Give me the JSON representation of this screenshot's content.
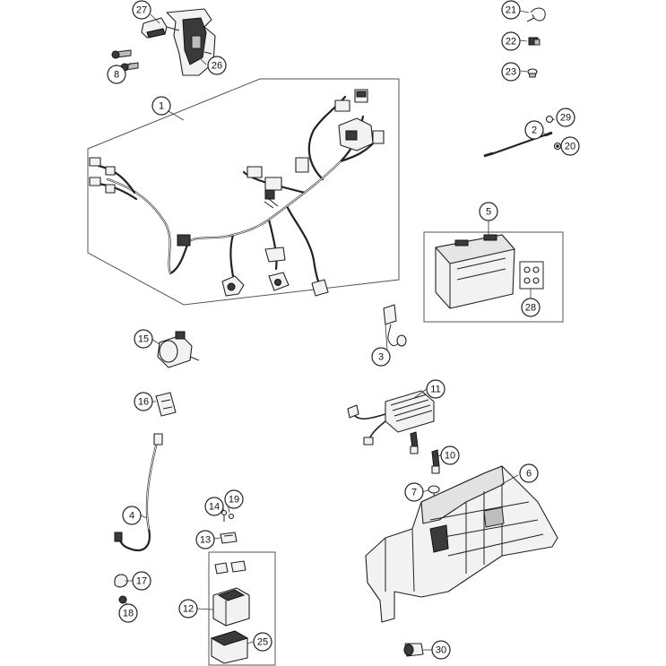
{
  "callouts": [
    {
      "id": "c27",
      "label": "27"
    },
    {
      "id": "c8",
      "label": "8"
    },
    {
      "id": "c26",
      "label": "26"
    },
    {
      "id": "c1",
      "label": "1"
    },
    {
      "id": "c21",
      "label": "21"
    },
    {
      "id": "c22",
      "label": "22"
    },
    {
      "id": "c23",
      "label": "23"
    },
    {
      "id": "c2",
      "label": "2"
    },
    {
      "id": "c29",
      "label": "29"
    },
    {
      "id": "c20",
      "label": "20"
    },
    {
      "id": "c5",
      "label": "5"
    },
    {
      "id": "c28",
      "label": "28"
    },
    {
      "id": "c3",
      "label": "3"
    },
    {
      "id": "c15",
      "label": "15"
    },
    {
      "id": "c16",
      "label": "16"
    },
    {
      "id": "c11",
      "label": "11"
    },
    {
      "id": "c10",
      "label": "10"
    },
    {
      "id": "c6",
      "label": "6"
    },
    {
      "id": "c7",
      "label": "7"
    },
    {
      "id": "c4",
      "label": "4"
    },
    {
      "id": "c14",
      "label": "14"
    },
    {
      "id": "c19",
      "label": "19"
    },
    {
      "id": "c13",
      "label": "13"
    },
    {
      "id": "c17",
      "label": "17"
    },
    {
      "id": "c18",
      "label": "18"
    },
    {
      "id": "c12",
      "label": "12"
    },
    {
      "id": "c25",
      "label": "25"
    },
    {
      "id": "c30",
      "label": "30"
    }
  ]
}
